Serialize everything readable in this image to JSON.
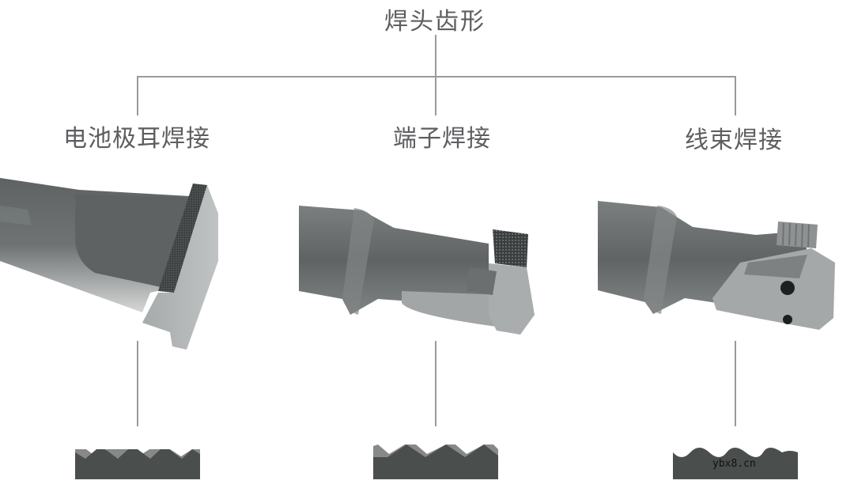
{
  "diagram": {
    "title": "焊头齿形",
    "branches": [
      {
        "label": "电池极耳焊接",
        "tool": "battery-tab-horn",
        "tooth_profile": "rounded-peaks-offset"
      },
      {
        "label": "端子焊接",
        "tool": "terminal-horn",
        "tooth_profile": "sharp-triangular"
      },
      {
        "label": "线束焊接",
        "tool": "wire-harness-horn",
        "tooth_profile": "sinusoidal-wave"
      }
    ],
    "watermark": "ybx8.cn",
    "colors": {
      "text": "#5d5e60",
      "line": "#9a9a9a",
      "profile_dark": "#4a4e4d",
      "profile_light": "#878989",
      "metal": "#6e7070"
    }
  }
}
